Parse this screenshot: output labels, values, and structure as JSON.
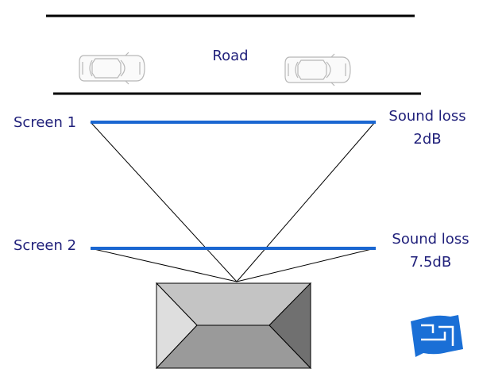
{
  "road": {
    "label": "Road"
  },
  "screen1": {
    "label": "Screen 1",
    "loss_label": "Sound loss",
    "loss_value": "2dB"
  },
  "screen2": {
    "label": "Screen 2",
    "loss_label": "Sound loss",
    "loss_value": "7.5dB"
  },
  "colors": {
    "text": "#1f1f7a",
    "screen_line": "#1a66d1",
    "road_line": "#000000",
    "logo": "#1a6fd6"
  },
  "icons": [
    "car-icon",
    "house-roof-icon",
    "floor-plan-logo-icon"
  ]
}
